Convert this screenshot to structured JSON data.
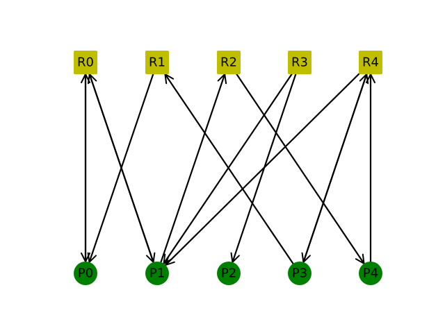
{
  "colors": {
    "resource_fill": "#bfbf00",
    "process_fill": "#008000",
    "edge": "#000000"
  },
  "resources": [
    {
      "id": "R0",
      "label": "R0"
    },
    {
      "id": "R1",
      "label": "R1"
    },
    {
      "id": "R2",
      "label": "R2"
    },
    {
      "id": "R3",
      "label": "R3"
    },
    {
      "id": "R4",
      "label": "R4"
    }
  ],
  "processes": [
    {
      "id": "P0",
      "label": "P0"
    },
    {
      "id": "P1",
      "label": "P1"
    },
    {
      "id": "P2",
      "label": "P2"
    },
    {
      "id": "P3",
      "label": "P3"
    },
    {
      "id": "P4",
      "label": "P4"
    }
  ],
  "edges": [
    {
      "from": "R0",
      "to": "P0"
    },
    {
      "from": "P0",
      "to": "R0"
    },
    {
      "from": "R0",
      "to": "P1"
    },
    {
      "from": "P1",
      "to": "R0"
    },
    {
      "from": "R1",
      "to": "P0"
    },
    {
      "from": "P3",
      "to": "R1"
    },
    {
      "from": "P1",
      "to": "R2"
    },
    {
      "from": "R2",
      "to": "P4"
    },
    {
      "from": "R3",
      "to": "P1"
    },
    {
      "from": "R3",
      "to": "P2"
    },
    {
      "from": "R4",
      "to": "P1"
    },
    {
      "from": "R4",
      "to": "P3"
    },
    {
      "from": "P3",
      "to": "R4"
    },
    {
      "from": "P4",
      "to": "R4"
    }
  ]
}
